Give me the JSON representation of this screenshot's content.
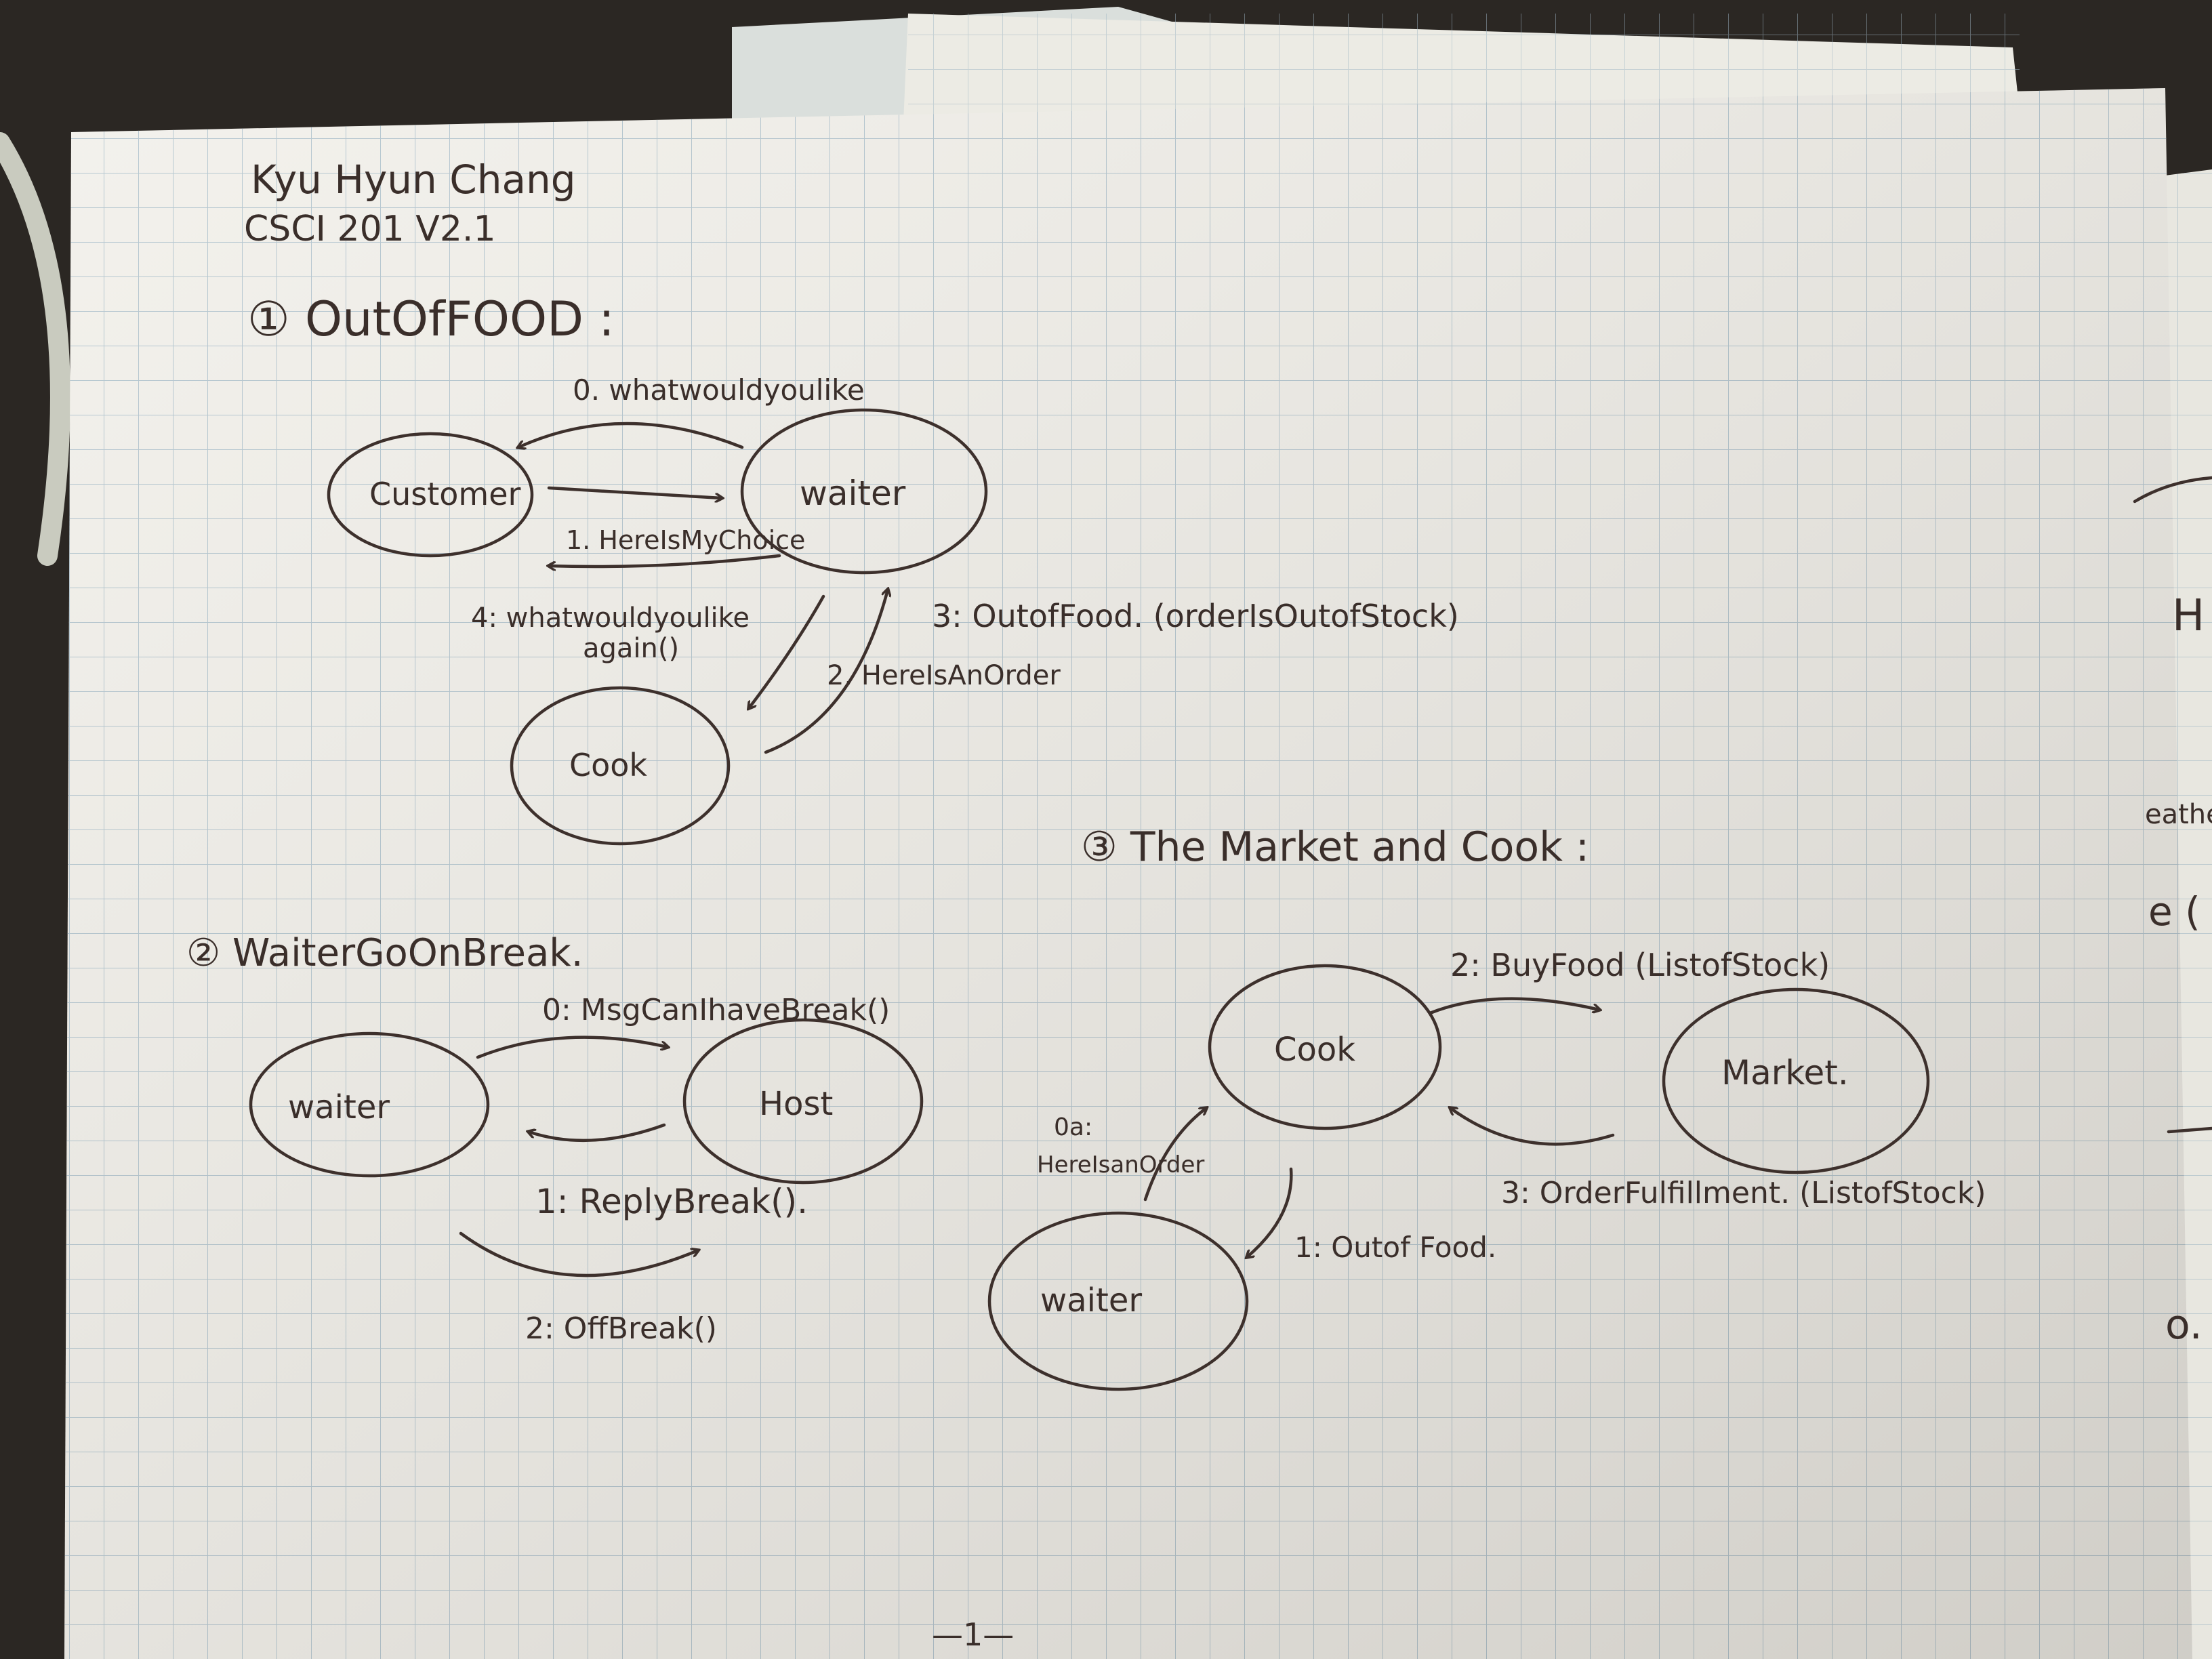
{
  "author": {
    "name": "Kyu Hyun Chang",
    "course": "CSCI 201 V2.1"
  },
  "diagram1": {
    "heading": "① OutOfFOOD :",
    "nodes": {
      "customer": "Customer",
      "waiter": "waiter",
      "cook": "Cook"
    },
    "msg0": "0. whatwouldyoulike",
    "msg1": "1. HereIsMyChoice",
    "msg2": "2. HereIsAnOrder",
    "msg3": "3: OutofFood. (orderIsOutofStock)",
    "msg4_line1": "4: whatwouldyoulike",
    "msg4_line2": "again()"
  },
  "diagram2": {
    "heading": "② WaiterGoOnBreak.",
    "nodes": {
      "waiter": "waiter",
      "host": "Host"
    },
    "msg0": "0: MsgCanIhaveBreak()",
    "msg1": "1: ReplyBreak().",
    "msg2": "2: OffBreak()"
  },
  "diagram3": {
    "heading": "③ The Market and Cook :",
    "nodes": {
      "cook": "Cook",
      "market": "Market.",
      "waiter": "waiter"
    },
    "msg0_line1": "0a:",
    "msg0_line2": "HereIsanOrder",
    "msg1": "1: Outof Food.",
    "msg2": "2: BuyFood (ListofStock)",
    "msg3": "3: OrderFulfillment. (ListofStock)"
  },
  "page_number": "—1—",
  "edge_fragments": [
    "H",
    "eathe",
    "e (",
    "o."
  ]
}
